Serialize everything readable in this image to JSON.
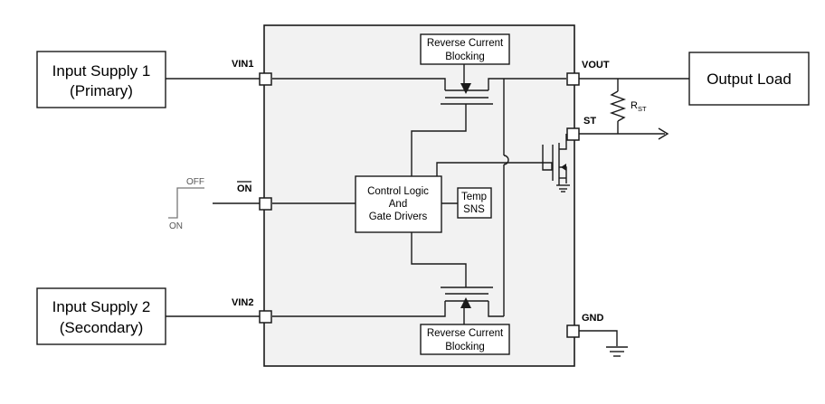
{
  "blocks": {
    "input_supply_1": [
      "Input Supply 1",
      "(Primary)"
    ],
    "input_supply_2": [
      "Input Supply 2",
      "(Secondary)"
    ],
    "output_load": "Output Load",
    "rcb_top": [
      "Reverse Current",
      "Blocking"
    ],
    "rcb_bottom": [
      "Reverse Current",
      "Blocking"
    ],
    "control_logic": [
      "Control Logic",
      "And",
      "Gate Drivers"
    ],
    "temp_sns": [
      "Temp",
      "SNS"
    ]
  },
  "pins": {
    "vin1": "VIN1",
    "vin2": "VIN2",
    "on": "ON",
    "vout": "VOUT",
    "st": "ST",
    "gnd": "GND"
  },
  "signal": {
    "off": "OFF",
    "on": "ON"
  },
  "resistor": {
    "main": "R",
    "sub": "ST"
  },
  "colors": {
    "ic_body": "#f2f2f2",
    "line": "#1a1a1a",
    "signal": "#777777"
  }
}
